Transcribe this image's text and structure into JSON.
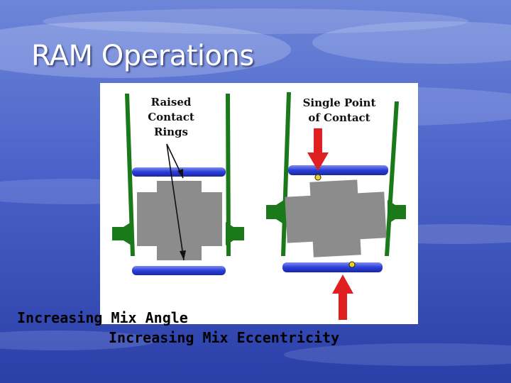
{
  "slide": {
    "title": "RAM Operations"
  },
  "figure": {
    "labels": {
      "raised_line1": "Raised",
      "raised_line2": "Contact",
      "raised_line3": "Rings",
      "single_line1": "Single Point",
      "single_line2": "of Contact"
    },
    "colors": {
      "frame": "#1a7a1a",
      "ring": "#2233cc",
      "specimen": "#8c8c8c",
      "arrow": "#e02020",
      "contact_point": "#f2d21a"
    }
  },
  "captions": {
    "line1": "Increasing Mix Angle",
    "line2": "Increasing Mix Eccentricity"
  }
}
